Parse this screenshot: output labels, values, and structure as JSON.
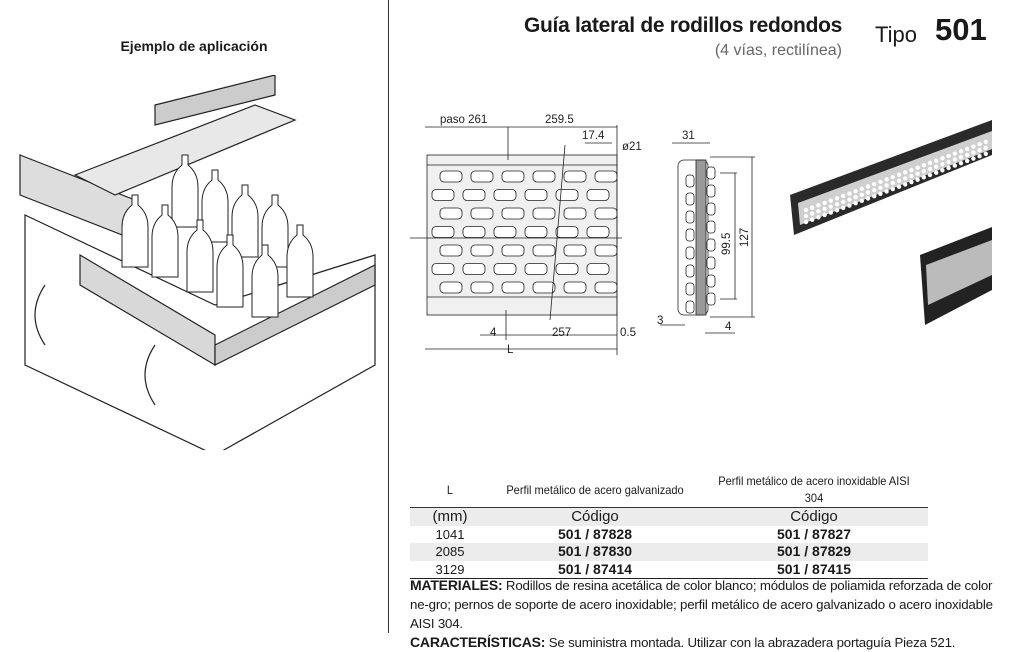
{
  "left": {
    "example_title": "Ejemplo de aplicación"
  },
  "header": {
    "title": "Guía lateral de rodillos redondos",
    "subtitle": "(4 vías, rectilínea)",
    "type_label": "Tipo",
    "type_number": "501"
  },
  "drawing": {
    "dims": {
      "paso": "paso  261",
      "d259": "259.5",
      "d174": "17.4",
      "d21": "ø21",
      "d4": "4",
      "d257": "257",
      "d05": "0.5",
      "L": "L",
      "d31": "31",
      "d995": "99.5",
      "d127": "127",
      "d3": "3",
      "d4b": "4"
    }
  },
  "table": {
    "h1": [
      "L",
      "Perfil metálico de acero galvanizado",
      "Perfil metálico de acero inoxidable AISI 304"
    ],
    "h2": [
      "(mm)",
      "Código",
      "Código"
    ],
    "rows": [
      [
        "1041",
        "501 / 87828",
        "501 / 87827"
      ],
      [
        "2085",
        "501 / 87830",
        "501 / 87829"
      ],
      [
        "3129",
        "501 / 87414",
        "501 / 87415"
      ]
    ]
  },
  "notes": {
    "materials_label": "MATERIALES:",
    "materials_text": " Rodillos de resina acetálica de color blanco; módulos de poliamida reforzada de color ne-gro; pernos de soporte de acero inoxidable; perfil metálico de acero galvanizado o acero inoxidable AISI 304.",
    "features_label": "CARACTERÍSTICAS:",
    "features_text": " Se suministra montada. Utilizar con la abrazadera portaguía Pieza 521."
  }
}
